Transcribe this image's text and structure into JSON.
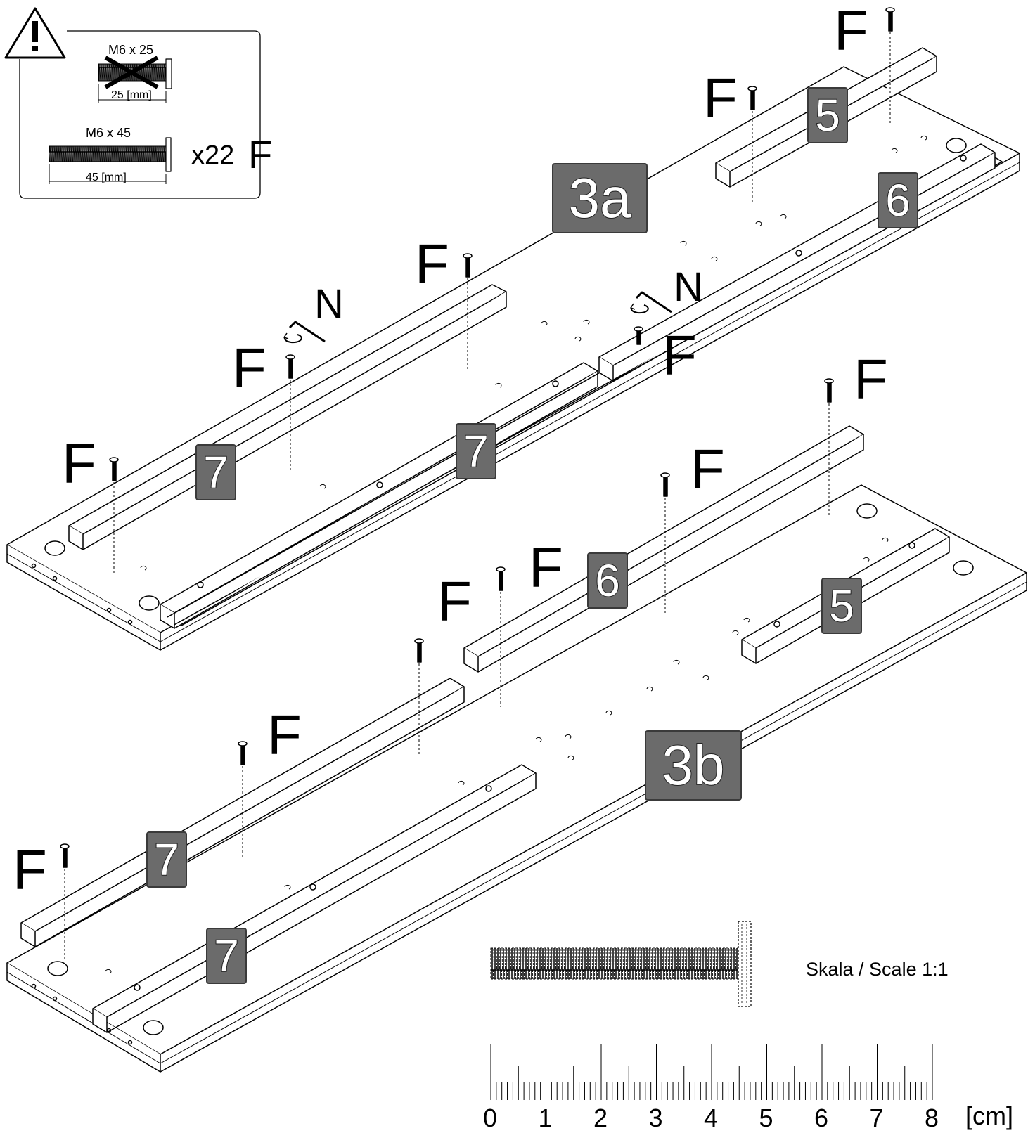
{
  "warning_box": {
    "wrong_screw_label": "M6 x 25",
    "wrong_screw_length": "25 [mm]",
    "right_screw_label": "M6 x 45",
    "right_screw_length": "45 [mm]",
    "quantity": "x22",
    "part_letter": "F"
  },
  "steps": {
    "step_a": "3a",
    "step_b": "3b"
  },
  "part_numbers": {
    "p5_top": "5",
    "p6_top": "6",
    "p7_top_left": "7",
    "p7_top_center": "7",
    "p6_bottom": "6",
    "p5_bottom": "5",
    "p7_bottom_upper": "7",
    "p7_bottom_lower": "7"
  },
  "letters": {
    "f": "F",
    "n": "N"
  },
  "scale": {
    "label": "Skala / Scale 1:1",
    "unit": "[cm]",
    "ticks": [
      "0",
      "1",
      "2",
      "3",
      "4",
      "5",
      "6",
      "7",
      "8"
    ]
  }
}
